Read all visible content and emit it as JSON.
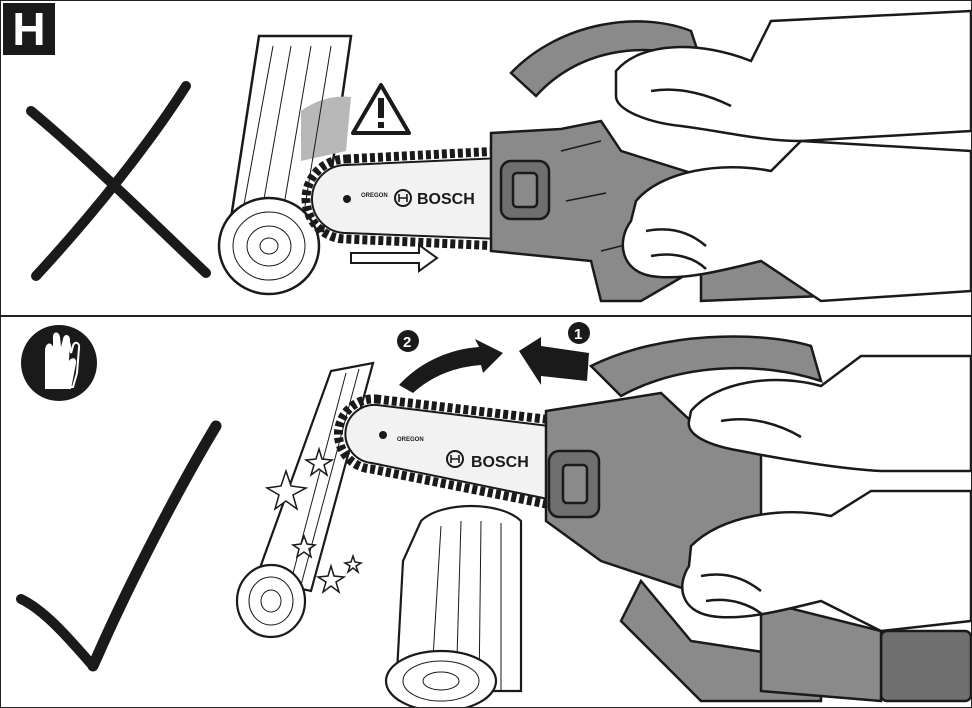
{
  "figure": {
    "section_label": "H",
    "brand_top": "BOSCH",
    "brand_bottom": "BOSCH",
    "bar_logo_top": "OREGON",
    "bar_logo_bottom": "OREGON",
    "step_1": "1",
    "step_2": "2",
    "icons": {
      "wrong": "cross-mark-icon",
      "right": "check-mark-icon",
      "warning": "warning-triangle-icon",
      "gloves": "protective-gloves-icon"
    },
    "colors": {
      "ink": "#1a1a1a",
      "saw_body": "#8a8a8a",
      "saw_dark": "#6f6f6f",
      "bar": "#f2f2f2",
      "wood_shade": "#b8b8b8"
    }
  }
}
